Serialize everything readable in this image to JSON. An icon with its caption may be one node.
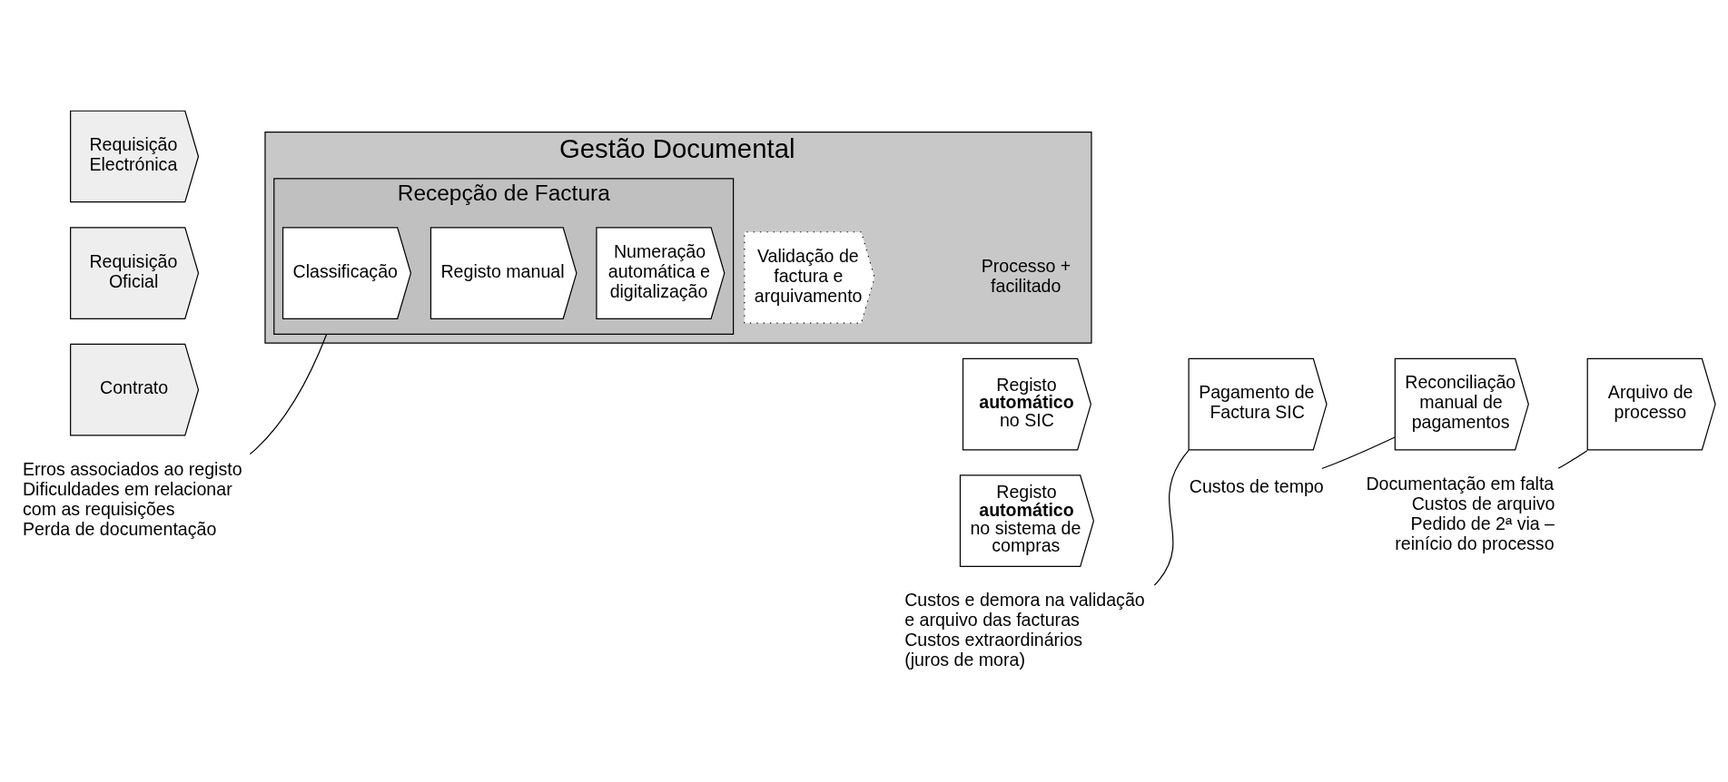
{
  "diagram": {
    "nodes": [
      {
        "text": [
          "Requisição Electrónica"
        ]
      },
      {
        "text": [
          "Requisição Oficial"
        ]
      },
      {
        "text": [
          "Contrato"
        ]
      },
      {
        "text": [
          "Gestão Documental",
          "Processo + facilitado"
        ]
      },
      {
        "text": [
          "Recepção de Factura"
        ],
        "in": 3
      },
      {
        "text": [
          "Classificação"
        ],
        "in": 4
      },
      {
        "text": [
          "Registo manual"
        ],
        "in": 4
      },
      {
        "text": [
          "Numeração automática e digitalização"
        ],
        "in": 4
      },
      {
        "text": [
          "Validação de factura e arquivamento"
        ],
        "in": 3
      },
      {
        "text": [
          "Registo **automático** no SIC"
        ]
      },
      {
        "text": [
          "Registo **automático** no sistema de compras"
        ]
      },
      {
        "text": [
          "Pagamento de Factura SIC"
        ]
      },
      {
        "text": [
          "Reconciliação manual de pagamentos"
        ]
      },
      {
        "text": [
          "Arquivo de processo"
        ]
      },
      {
        "text": [
          "Erros associados ao registo",
          "Dificuldades em relacionar com as requisições",
          "Perda de documentação"
        ]
      },
      {
        "text": [
          "Custos e demora na validação e arquivo das facturas",
          "Custos extraordinários (juros de mora)"
        ]
      },
      {
        "text": [
          "Custos de tempo"
        ]
      },
      {
        "text": [
          "Documentação em falta",
          "Custos de arquivo",
          "Pedido de 2ª via – reinício do processo"
        ]
      }
    ],
    "edges": [
      {
        "from": 14,
        "to": 4,
        "arrow": "none"
      },
      {
        "from": 15,
        "to": 11,
        "arrow": "none"
      },
      {
        "from": 16,
        "to": 12,
        "arrow": "none"
      },
      {
        "from": 17,
        "to": 13,
        "arrow": "none"
      }
    ]
  }
}
